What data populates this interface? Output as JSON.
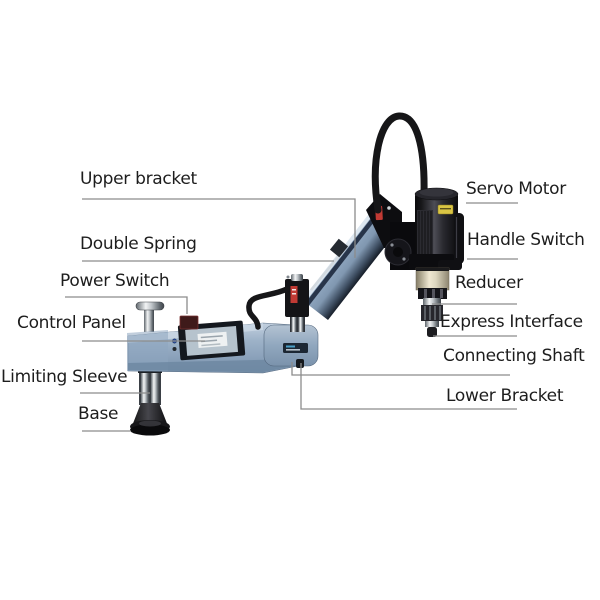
{
  "labels": {
    "left": [
      {
        "id": "upper-bracket",
        "text": "Upper bracket"
      },
      {
        "id": "double-spring",
        "text": "Double Spring"
      },
      {
        "id": "power-switch",
        "text": "Power Switch"
      },
      {
        "id": "control-panel",
        "text": "Control Panel"
      },
      {
        "id": "limiting-sleeve",
        "text": "Limiting Sleeve"
      },
      {
        "id": "base",
        "text": "Base"
      }
    ],
    "right": [
      {
        "id": "servo-motor",
        "text": "Servo Motor"
      },
      {
        "id": "handle-switch",
        "text": "Handle Switch"
      },
      {
        "id": "reducer",
        "text": "Reducer"
      },
      {
        "id": "express-interface",
        "text": "Express Interface"
      },
      {
        "id": "connecting-shaft",
        "text": "Connecting Shaft"
      },
      {
        "id": "lower-bracket",
        "text": "Lower Bracket"
      }
    ]
  },
  "machine": {
    "type": "servo-tapping-machine-diagram",
    "parts": [
      "base",
      "limiting-sleeve",
      "control-panel",
      "power-switch",
      "upper-bracket",
      "double-spring",
      "lower-bracket",
      "connecting-shaft",
      "express-interface",
      "reducer",
      "handle-switch",
      "servo-motor"
    ],
    "colors": {
      "arm_blue": "#8fa7c0",
      "arm_highlight": "#d3dfeb",
      "dark_metal": "#101013",
      "reducer_cream": "#e9e2cc",
      "label_red": "#c13a34",
      "motor_label_yellow": "#d9c544",
      "leader_line": "#8c8c8c",
      "text": "#1d1d1d",
      "background": "#ffffff"
    }
  }
}
